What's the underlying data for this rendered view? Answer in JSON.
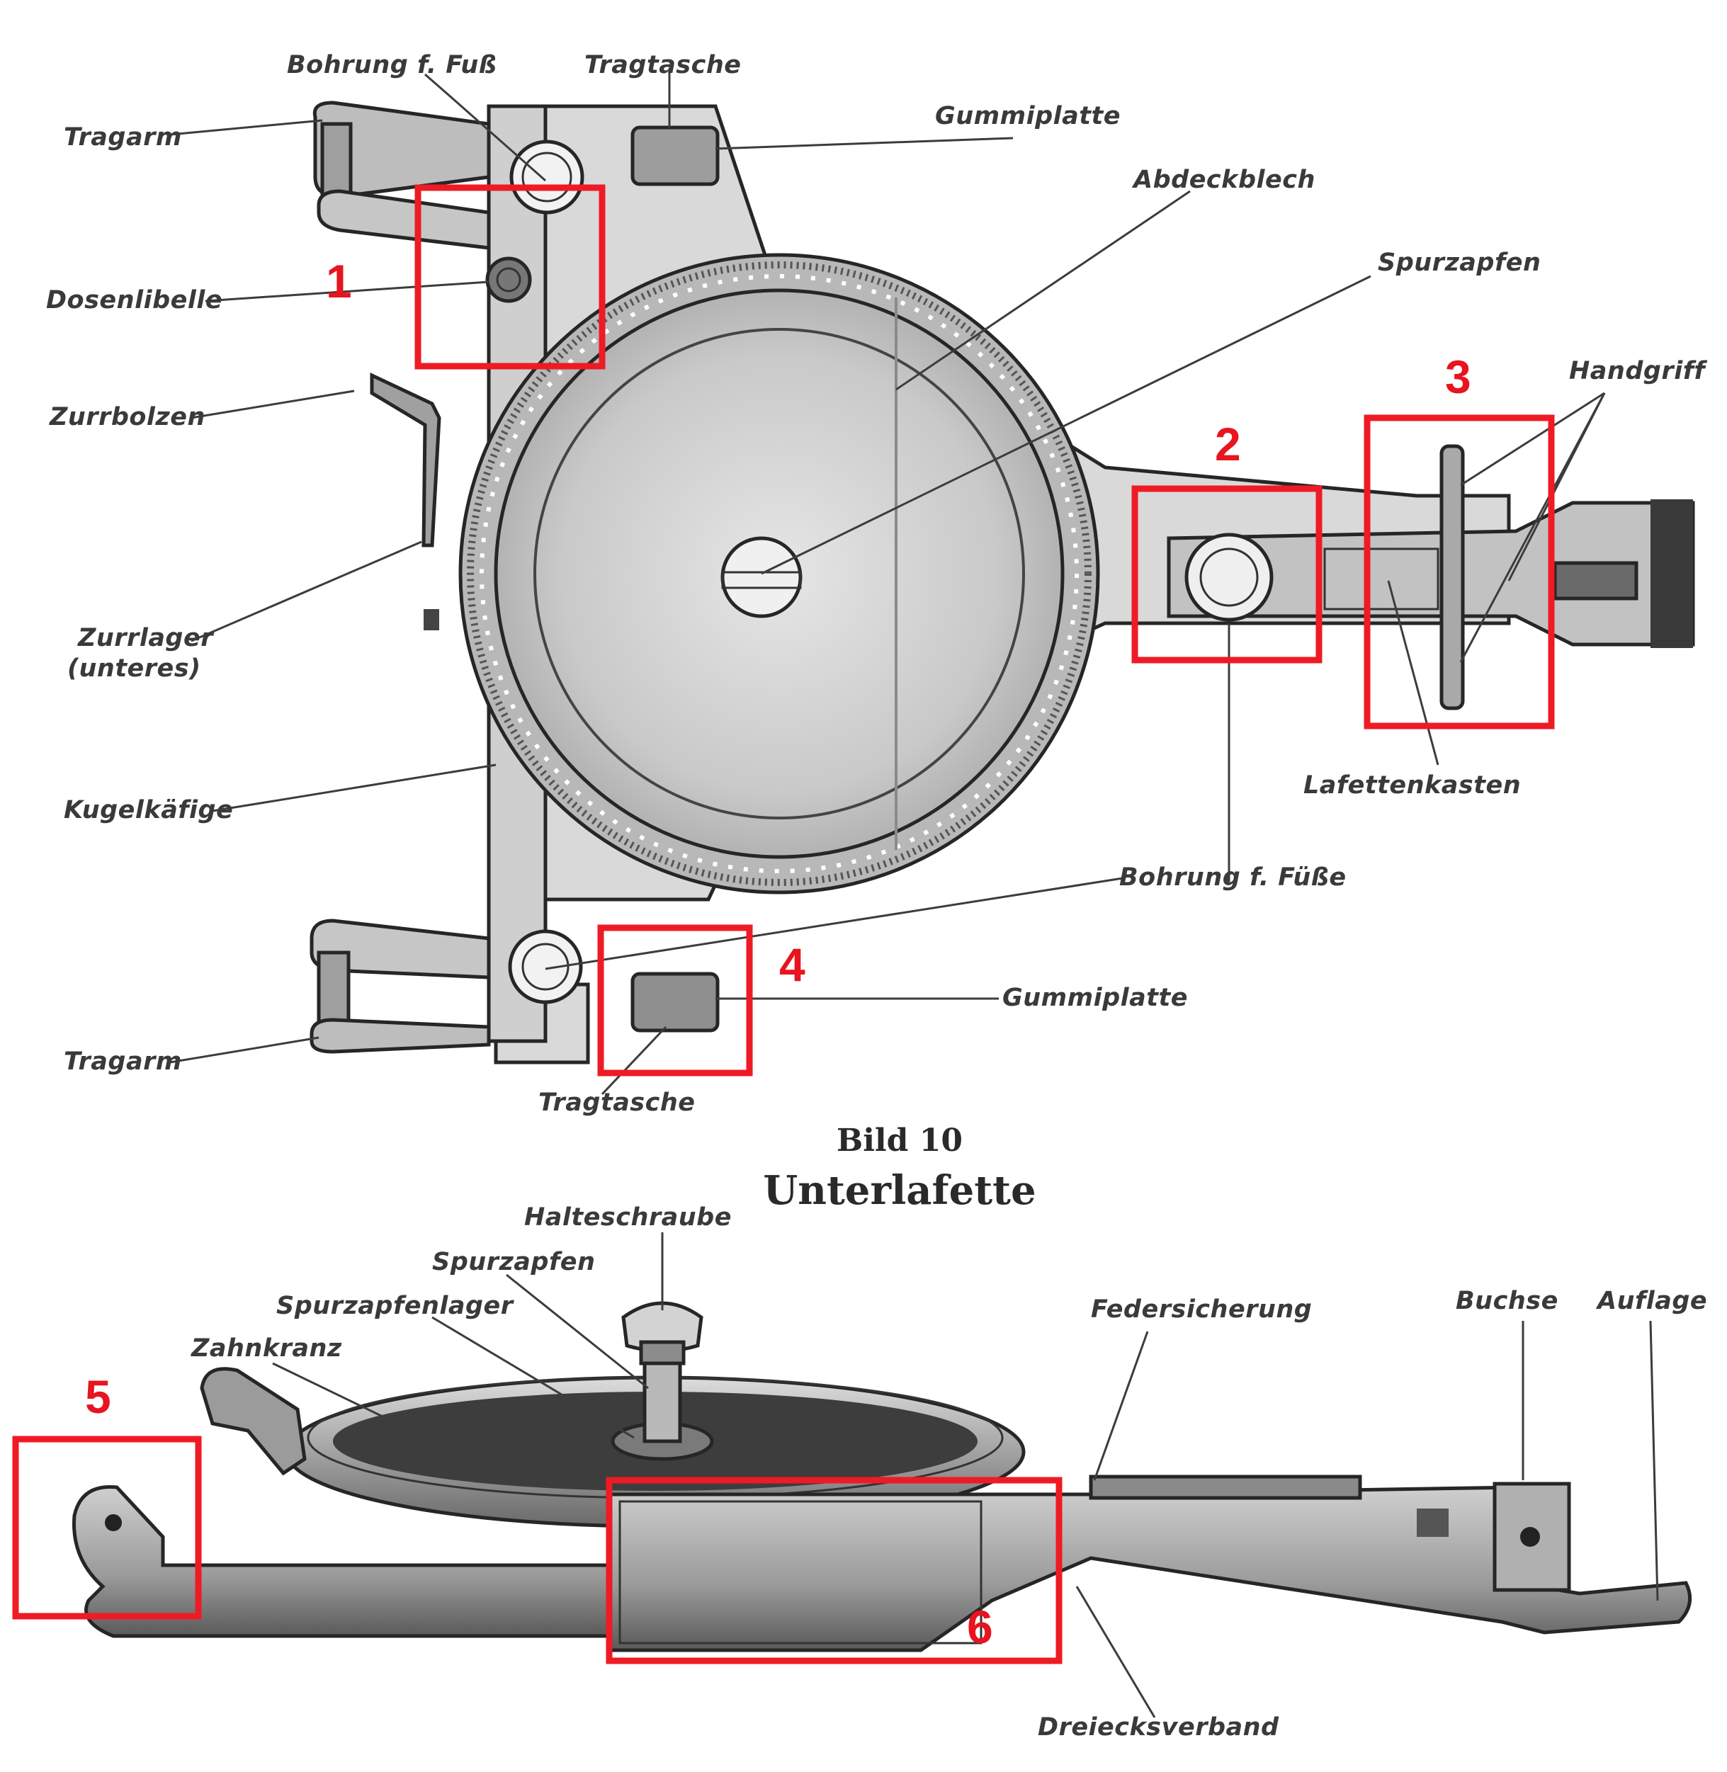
{
  "figure": {
    "number": "Bild 10",
    "title": "Unterlafette"
  },
  "top_view_labels": {
    "bohrung_fuss": "Bohrung f. Fuß",
    "tragtasche_top": "Tragtasche",
    "gummiplatte_top": "Gummiplatte",
    "tragarm_top": "Tragarm",
    "abdeckblech": "Abdeckblech",
    "spurzapfen": "Spurzapfen",
    "dosenlibelle": "Dosenlibelle",
    "handgriff": "Handgriff",
    "zurrbolzen": "Zurrbolzen",
    "zurrlager_line1": "Zurrlager",
    "zurrlager_line2": "(unteres)",
    "lafettenkasten": "Lafettenkasten",
    "kugelkaefige": "Kugelkäfige",
    "bohrung_fuesse": "Bohrung f. Füße",
    "gummiplatte_bottom": "Gummiplatte",
    "tragarm_bottom": "Tragarm",
    "tragtasche_bottom": "Tragtasche"
  },
  "side_view_labels": {
    "halteschraube": "Halteschraube",
    "spurzapfen": "Spurzapfen",
    "spurzapfenlager": "Spurzapfenlager",
    "zahnkranz": "Zahnkranz",
    "federsicherung": "Federsicherung",
    "buchse": "Buchse",
    "auflage": "Auflage",
    "dreiecksverband": "Dreiecksverband"
  },
  "highlights": [
    {
      "number": "1"
    },
    {
      "number": "2"
    },
    {
      "number": "3"
    },
    {
      "number": "4"
    },
    {
      "number": "5"
    },
    {
      "number": "6"
    }
  ],
  "colors": {
    "highlight": "#ee1b24",
    "ink": "#2a2a2a",
    "paper": "#ffffff",
    "metal_light": "#d4d4d4",
    "metal_mid": "#b0b0b0"
  }
}
